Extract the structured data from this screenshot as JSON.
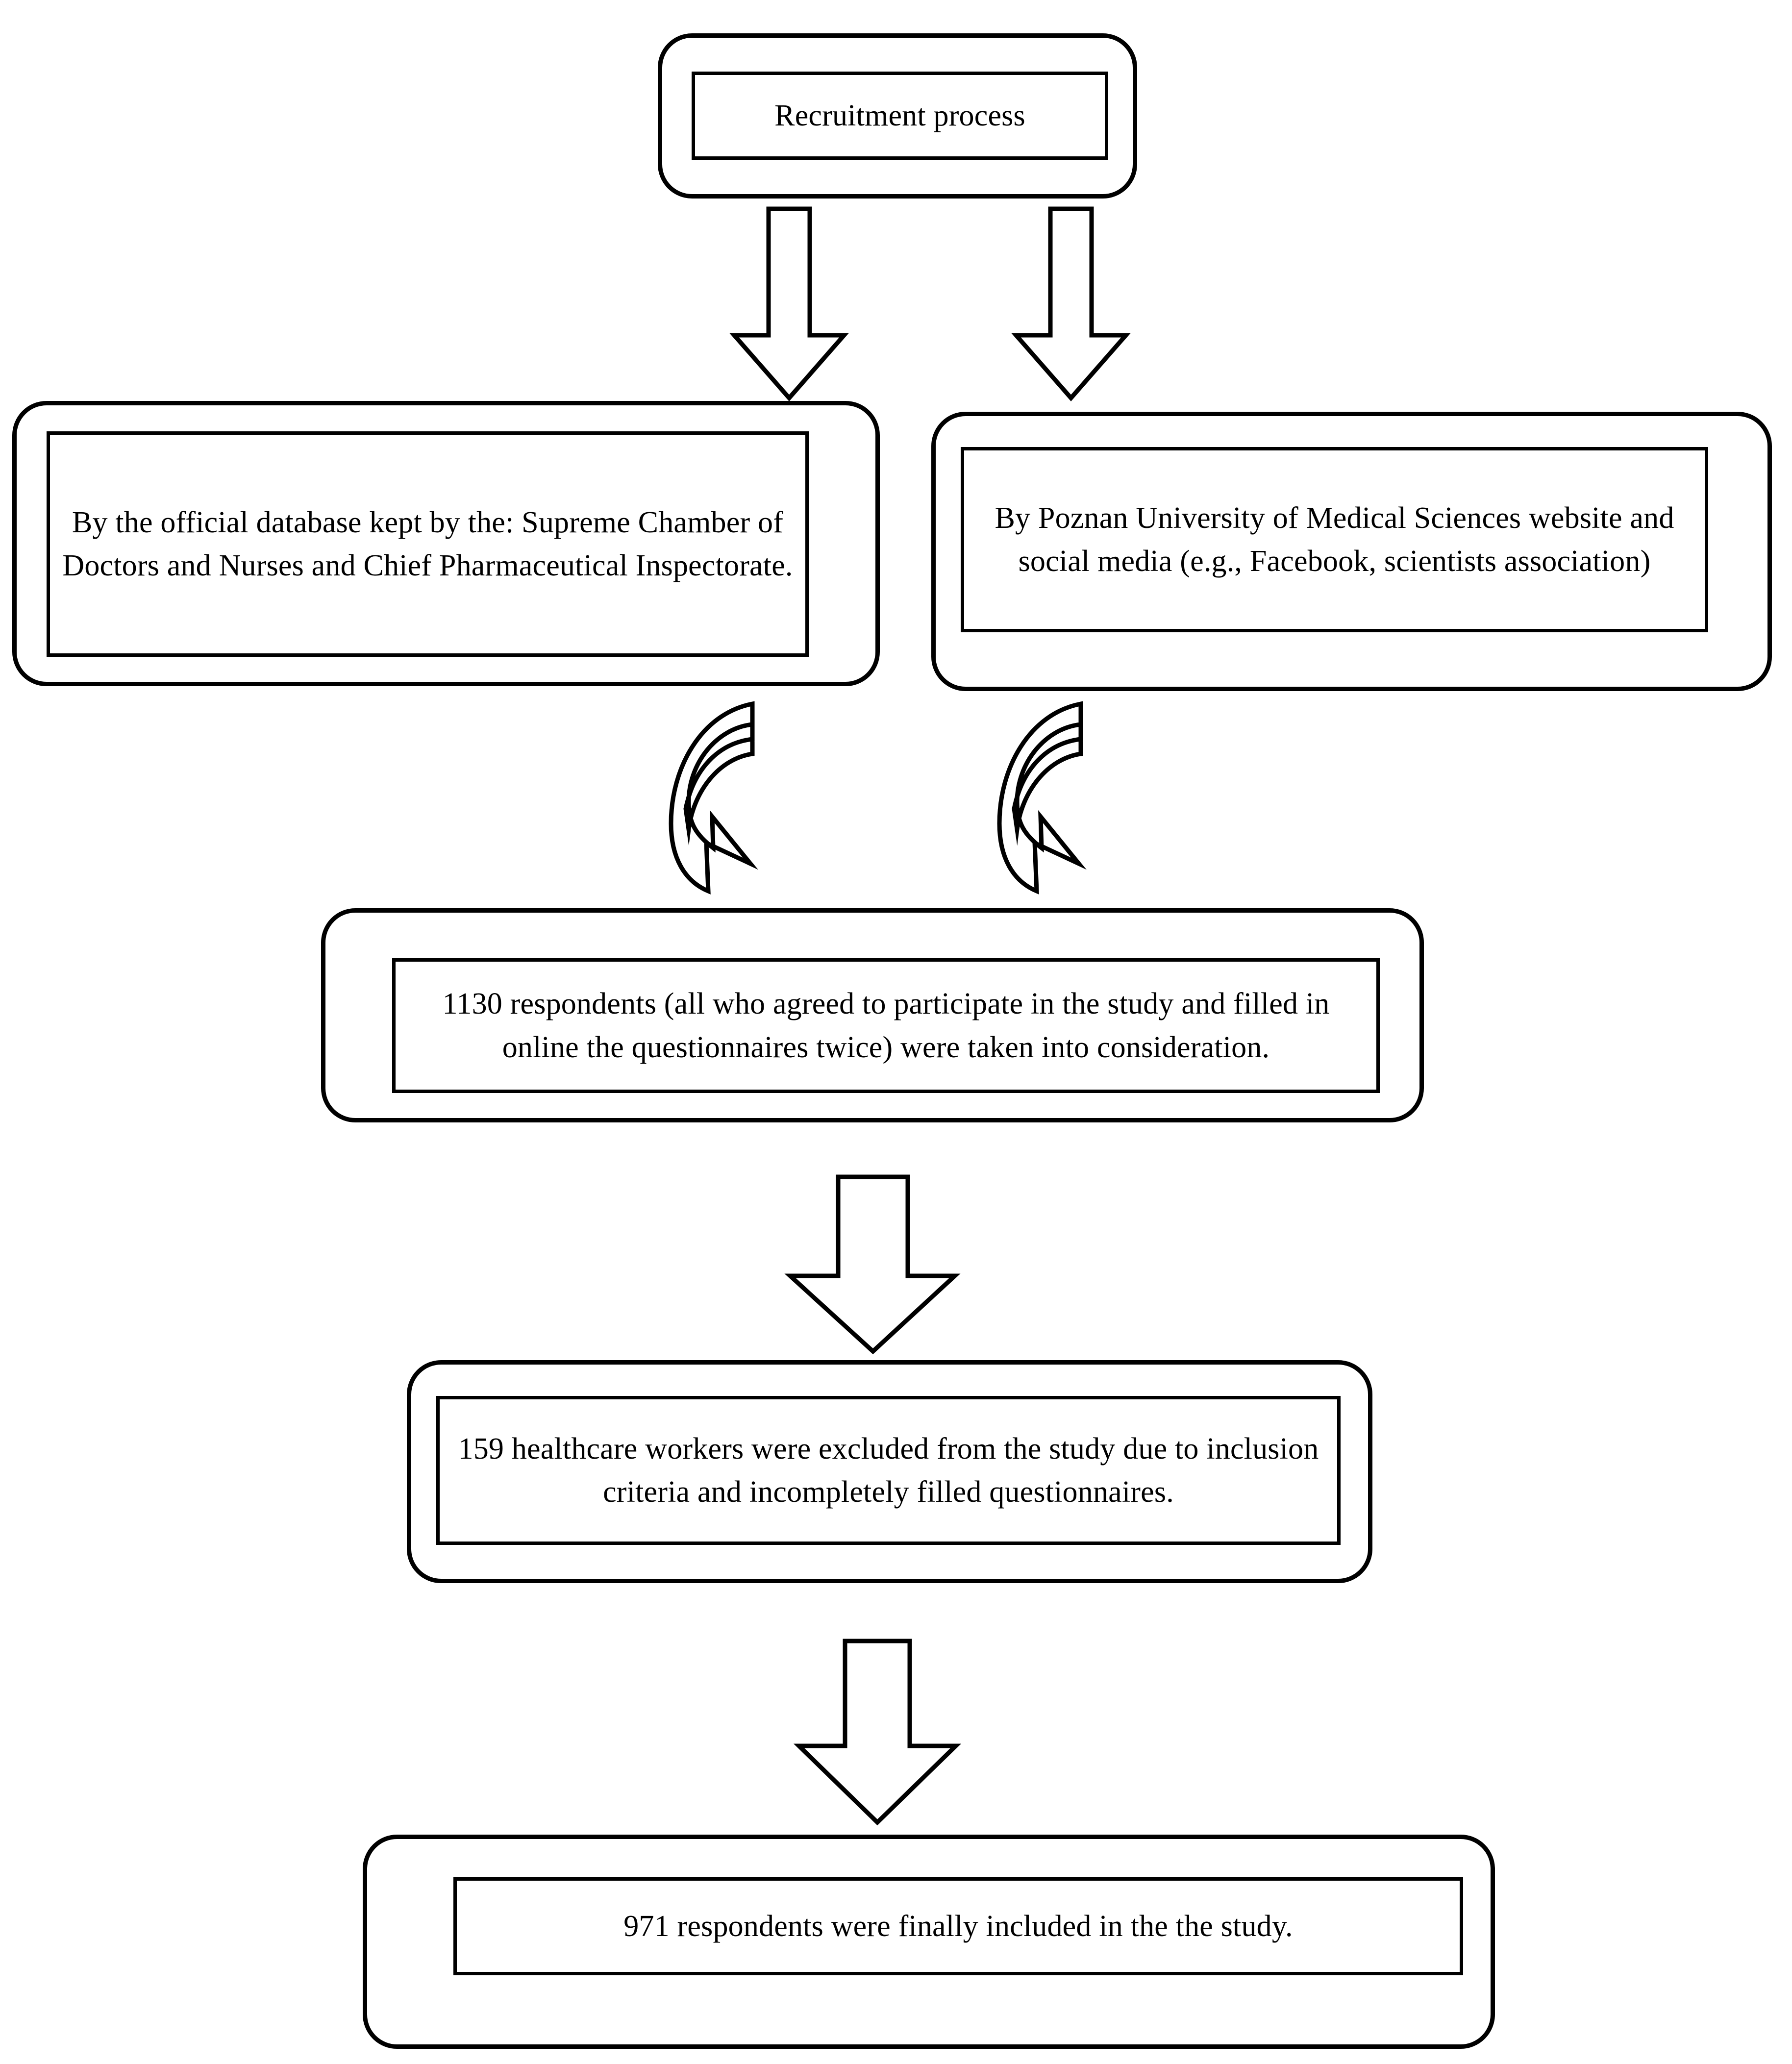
{
  "diagram": {
    "type": "flowchart",
    "title": "Recruitment process",
    "orientation": "top-to-bottom",
    "background_color": "#ffffff",
    "line_color": "#000000"
  },
  "nodes": {
    "recruitment": {
      "label": "Recruitment process"
    },
    "source_official_database": {
      "label": "By the official database kept by the: Supreme Chamber of Doctors and Nurses and Chief Pharmaceutical Inspectorate."
    },
    "source_university_media": {
      "label": "By Poznan University of Medical Sciences website and social media (e.g., Facebook, scientists association)"
    },
    "respondents_considered": {
      "label": "1130 respondents (all who agreed to participate in the study and filled in online the questionnaires twice) were taken into consideration."
    },
    "respondents_excluded": {
      "label": "159 healthcare workers were excluded from the study due to inclusion criteria and incompletely filled questionnaires."
    },
    "respondents_included": {
      "label": "971 respondents were finally included in the the study."
    }
  },
  "counts": {
    "total_respondents": 1130,
    "excluded": 159,
    "included": 971
  },
  "connectors": [
    {
      "name": "recruitment-to-official-database",
      "icon": "down-block-arrow-icon",
      "direction": "down"
    },
    {
      "name": "recruitment-to-university-media",
      "icon": "down-block-arrow-icon",
      "direction": "down"
    },
    {
      "name": "official-database-to-respondents",
      "icon": "curved-bend-arrow-icon",
      "direction": "down-right"
    },
    {
      "name": "university-media-to-respondents",
      "icon": "curved-bend-arrow-icon",
      "direction": "down-left"
    },
    {
      "name": "respondents-to-excluded",
      "icon": "down-block-arrow-icon",
      "direction": "down"
    },
    {
      "name": "excluded-to-included",
      "icon": "down-block-arrow-icon",
      "direction": "down"
    }
  ]
}
